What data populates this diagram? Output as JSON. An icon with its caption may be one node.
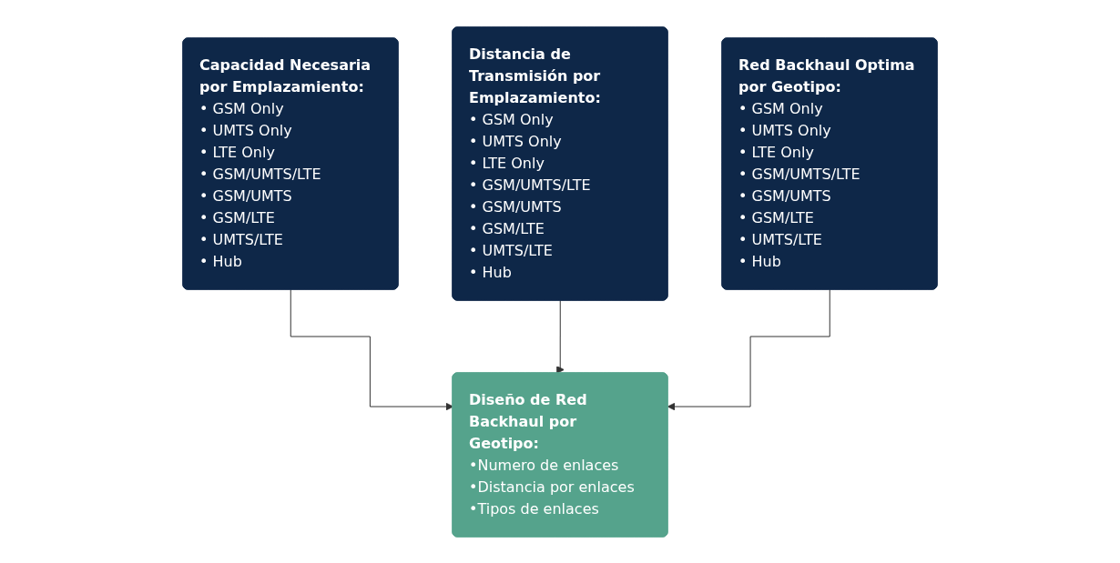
{
  "diagram": {
    "nodes": [
      {
        "text": [
          "Capacidad Necesaria por Emplazamiento:",
          "• GSM Only",
          "• UMTS Only",
          "• LTE Only",
          "• GSM/UMTS/LTE",
          "• GSM/UMTS",
          "• GSM/LTE",
          "• UMTS/LTE",
          "• Hub"
        ]
      },
      {
        "text": [
          "Distancia de Transmisión por Emplazamiento:",
          "• GSM Only",
          "• UMTS Only",
          "• LTE Only",
          "• GSM/UMTS/LTE",
          "• GSM/UMTS",
          "• GSM/LTE",
          "• UMTS/LTE",
          "• Hub"
        ]
      },
      {
        "text": [
          "Red Backhaul Optima por Geotipo:",
          "• GSM Only",
          "• UMTS Only",
          "• LTE Only",
          "• GSM/UMTS/LTE",
          "• GSM/UMTS",
          "• GSM/LTE",
          "• UMTS/LTE",
          "• Hub"
        ]
      },
      {
        "text": [
          "Diseño de Red Backhaul por Geotipo:",
          "•Numero de enlaces",
          "•Distancia por enlaces",
          "•Tipos de enlaces"
        ]
      }
    ],
    "edges": [
      {
        "from": 0,
        "to": 3,
        "arrow": "to"
      },
      {
        "from": 1,
        "to": 3,
        "arrow": "to"
      },
      {
        "from": 2,
        "to": 3,
        "arrow": "to"
      }
    ]
  }
}
